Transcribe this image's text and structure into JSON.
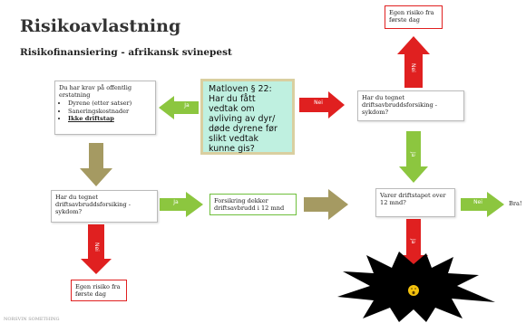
{
  "slide": {
    "title": "Risikoavlastning",
    "subtitle": "Risikofinansiering - afrikansk svinepest",
    "footer": "NORSVIN SOMETHING"
  },
  "boxes": {
    "claim": {
      "heading": "Du har krav på offentlig erstatning",
      "items": [
        "Dyrene (etter satser)",
        "Saneringskostnader",
        "Ikke driftstap"
      ]
    },
    "law": "Matloven § 22: Har du fått vedtak om avliving av dyr/ døde dyrene før slikt vedtak kunne gis?",
    "insured_top": "Har du tegnet driftsavbruddsforsiking - sykdom?",
    "own_risk_top": "Egen risiko fra første dag",
    "insured_left": "Har du tegnet driftsavbruddsforsiking - sykdom?",
    "coverage": "Forsikring dekker driftsavbrudd i 12 mnd",
    "duration": "Varer driftstapet over 12 mnd?",
    "own_risk_bottom": "Egen risiko fra første dag",
    "good": "Bra!"
  },
  "arrows": {
    "law_to_claim": "Ja",
    "law_to_insured": "Nei",
    "insured_top_to_risk": "Nei",
    "insured_top_to_duration": "Ja",
    "insured_left_to_coverage": "Ja",
    "insured_left_to_risk": "Nei",
    "duration_to_good": "Nei",
    "duration_to_explosion": "Ja"
  },
  "colors": {
    "green": "#8cc63f",
    "red": "#e02020",
    "olive": "#a59a62",
    "law_bg": "#bff0e0"
  },
  "icons": [
    "explosion-icon",
    "surprised-face-icon"
  ]
}
